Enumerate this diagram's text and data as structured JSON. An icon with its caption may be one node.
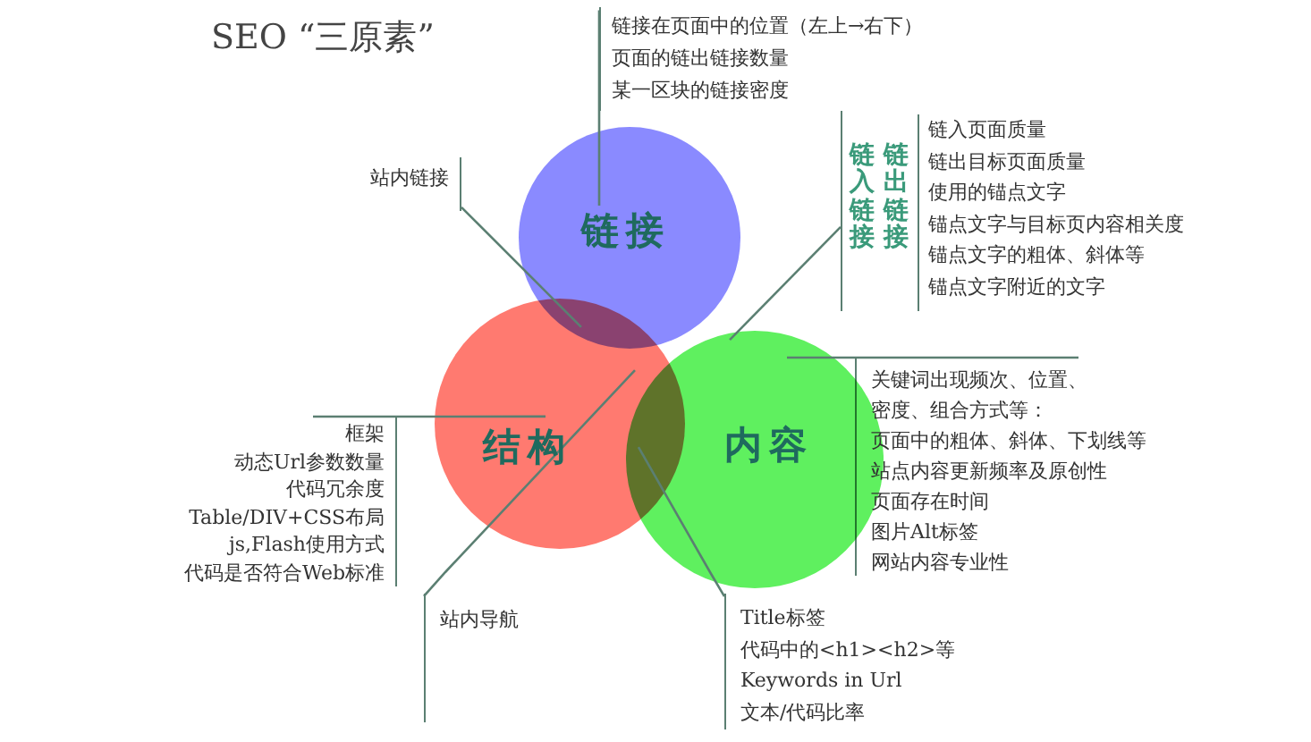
{
  "diagram": {
    "title": "SEO “三原素”",
    "nodes": [
      {
        "text": [
          "链接在页面中的位置（左上→右下）",
          "页面的链出链接数量",
          "某一区块的链接密度"
        ]
      },
      {
        "text": [
          "站内链接"
        ]
      },
      {
        "text": [
          "链接"
        ]
      },
      {
        "text": [
          "链入链接",
          "链出链接",
          "链入页面质量",
          "链出目标页面质量",
          "使用的锚点文字",
          "锚点文字与目标页内容相关度",
          "锚点文字的粗体、斜体等",
          "锚点文字附近的文字"
        ]
      },
      {
        "text": [
          "关键词出现频次、位置、密度、组合方式等：",
          "页面中的粗体、斜体、下划线等",
          "站点内容更新频率及原创性",
          "页面存在时间",
          "图片Alt标签",
          "网站内容专业性"
        ]
      },
      {
        "text": [
          "结构"
        ]
      },
      {
        "text": [
          "内容"
        ]
      },
      {
        "text": [
          "框架",
          "动态Url参数数量",
          "代码冗余度",
          "Table/DIV+CSS布局",
          "js,Flash使用方式",
          "代码是否符合Web标准"
        ]
      },
      {
        "text": [
          "站内导航"
        ]
      },
      {
        "text": [
          "Title标签",
          "代码中的<h1><h2>等",
          "Keywords in Url",
          "文本/代码比率"
        ]
      }
    ],
    "edges": [
      {
        "from": 0,
        "to": 2,
        "arrow": "none"
      },
      {
        "from": 1,
        "to": 2,
        "arrow": "none"
      },
      {
        "from": 3,
        "to": 6,
        "arrow": "none"
      },
      {
        "from": 4,
        "to": 6,
        "arrow": "none"
      },
      {
        "from": 7,
        "to": 5,
        "arrow": "none"
      },
      {
        "from": 8,
        "to": 5,
        "arrow": "none"
      },
      {
        "from": 9,
        "to": 5,
        "arrow": "none"
      }
    ]
  }
}
